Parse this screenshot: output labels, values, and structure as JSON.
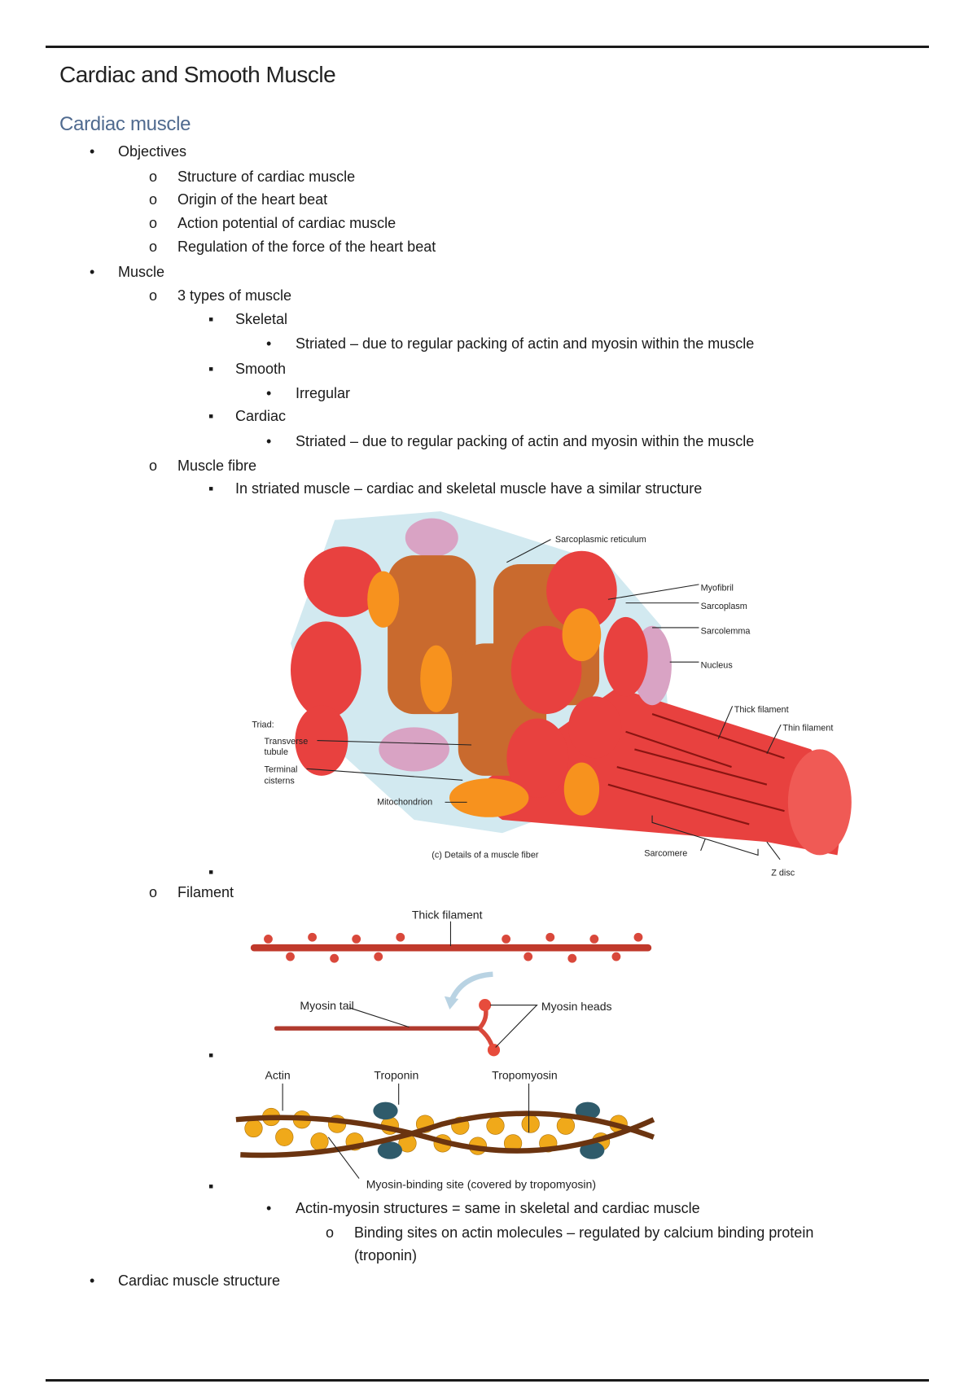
{
  "doc": {
    "title": "Cardiac and Smooth Muscle",
    "heading": "Cardiac muscle",
    "objectives": "Objectives",
    "obj_items": [
      "Structure of cardiac muscle",
      "Origin of the heart beat",
      "Action potential of cardiac muscle",
      "Regulation of the force of the heart beat"
    ],
    "muscle": "Muscle",
    "three_types": "3 types of muscle",
    "skeletal": "Skeletal",
    "skeletal_note": "Striated – due to regular packing of actin and myosin within the muscle",
    "smooth": "Smooth",
    "smooth_note": "Irregular",
    "cardiac": "Cardiac",
    "cardiac_note": "Striated – due to regular packing of actin and myosin within the muscle",
    "muscle_fibre": "Muscle fibre",
    "striated_note": "In striated muscle – cardiac and skeletal muscle have a similar structure",
    "filament": "Filament",
    "actin_myosin": "Actin-myosin structures = same in skeletal and cardiac muscle",
    "binding_line1": "Binding sites on actin molecules – regulated by calcium binding protein",
    "binding_line2": "(troponin)",
    "cardiac_structure": "Cardiac muscle structure"
  },
  "fig1": {
    "sarcoplasmic_reticulum": "Sarcoplasmic reticulum",
    "myofibril": "Myofibril",
    "sarcoplasm": "Sarcoplasm",
    "sarcolemma": "Sarcolemma",
    "nucleus": "Nucleus",
    "thick_filament": "Thick filament",
    "thin_filament": "Thin filament",
    "triad": "Triad:",
    "transverse": "Transverse",
    "tubule": "tubule",
    "terminal": "Terminal",
    "cisterns": "cisterns",
    "mitochondrion": "Mitochondrion",
    "caption": "(c) Details of a muscle fiber",
    "sarcomere": "Sarcomere",
    "z_disc": "Z disc"
  },
  "fig2": {
    "thick_filament": "Thick filament",
    "myosin_tail": "Myosin tail",
    "myosin_heads": "Myosin heads"
  },
  "fig3": {
    "actin": "Actin",
    "troponin": "Troponin",
    "tropomyosin": "Tropomyosin",
    "binding_site": "Myosin-binding site (covered by tropomyosin)"
  }
}
